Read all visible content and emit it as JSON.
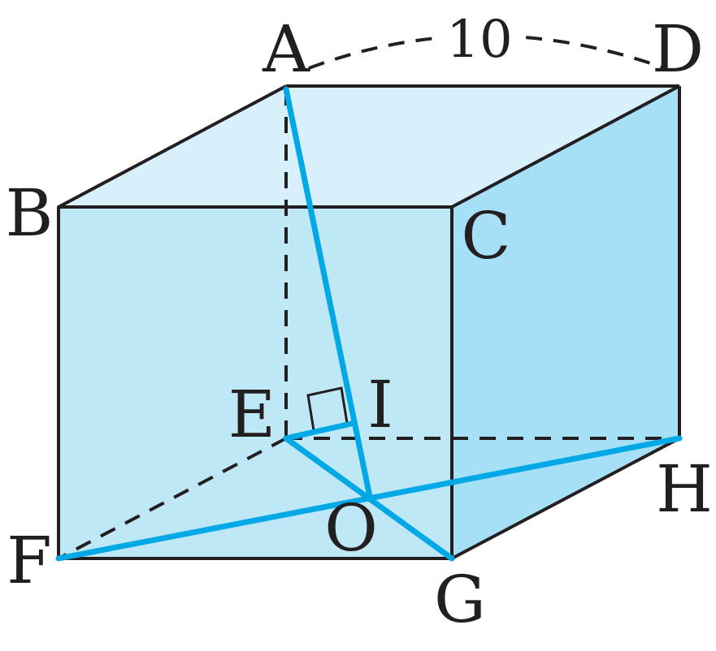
{
  "figure": {
    "labels": {
      "A": "A",
      "B": "B",
      "C": "C",
      "D": "D",
      "E": "E",
      "F": "F",
      "G": "G",
      "H": "H",
      "I": "I",
      "O": "O"
    },
    "dimension_label": "10",
    "colors": {
      "edge": "#231f20",
      "segment": "#00a8e6",
      "face_top": "#d7f0fb",
      "face_front": "#bfe8f7",
      "face_right": "#a6e0f7"
    }
  }
}
